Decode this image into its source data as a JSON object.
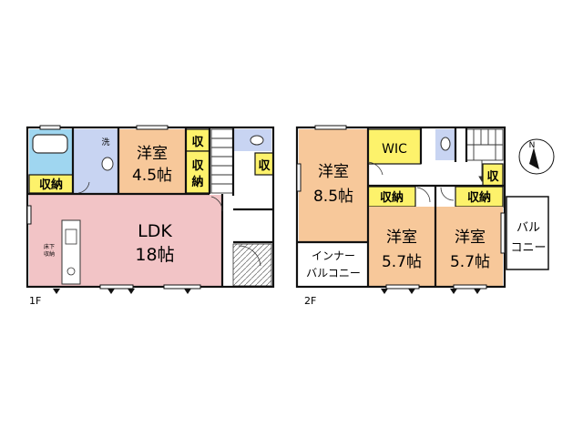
{
  "floors": {
    "first": {
      "label": "1F",
      "ldk": {
        "name": "LDK",
        "size": "18帖"
      },
      "western_room": {
        "name": "洋室",
        "size": "4.5帖"
      },
      "storage_bath": "収納",
      "storage_room_1": "収",
      "storage_room_2a": "収",
      "storage_room_2b": "納",
      "storage_hall": "収",
      "washroom": "洗",
      "underfloor_a": "床下",
      "underfloor_b": "収納"
    },
    "second": {
      "label": "2F",
      "room_a": {
        "name": "洋室",
        "size": "8.5帖"
      },
      "room_b": {
        "name": "洋室",
        "size": "5.7帖"
      },
      "room_c": {
        "name": "洋室",
        "size": "5.7帖"
      },
      "wic": "WIC",
      "storage_b": "収納",
      "storage_c": "収納",
      "storage_small": "収",
      "inner_balcony_a": "インナー",
      "inner_balcony_b": "バルコニー",
      "balcony_a": "バル",
      "balcony_b": "コニー"
    }
  },
  "compass": {
    "label": "N"
  },
  "colors": {
    "ldk": "#f2c4c6",
    "western": "#f7c89a",
    "storage": "#fdf26b",
    "wet": "#c8d4f2",
    "bath": "#9fd6f0",
    "wall": "#111111"
  }
}
